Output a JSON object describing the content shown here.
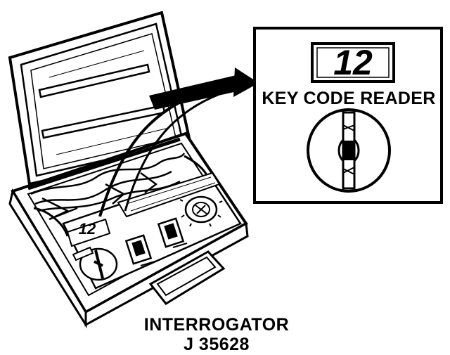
{
  "device": {
    "name": "INTERROGATOR",
    "part_number": "J 35628"
  },
  "inset": {
    "title": "KEY CODE READER",
    "display_value": "12"
  },
  "icons": [
    "interrogator-case-icon",
    "key-code-reader-dial-icon",
    "callout-arrow-icon"
  ]
}
